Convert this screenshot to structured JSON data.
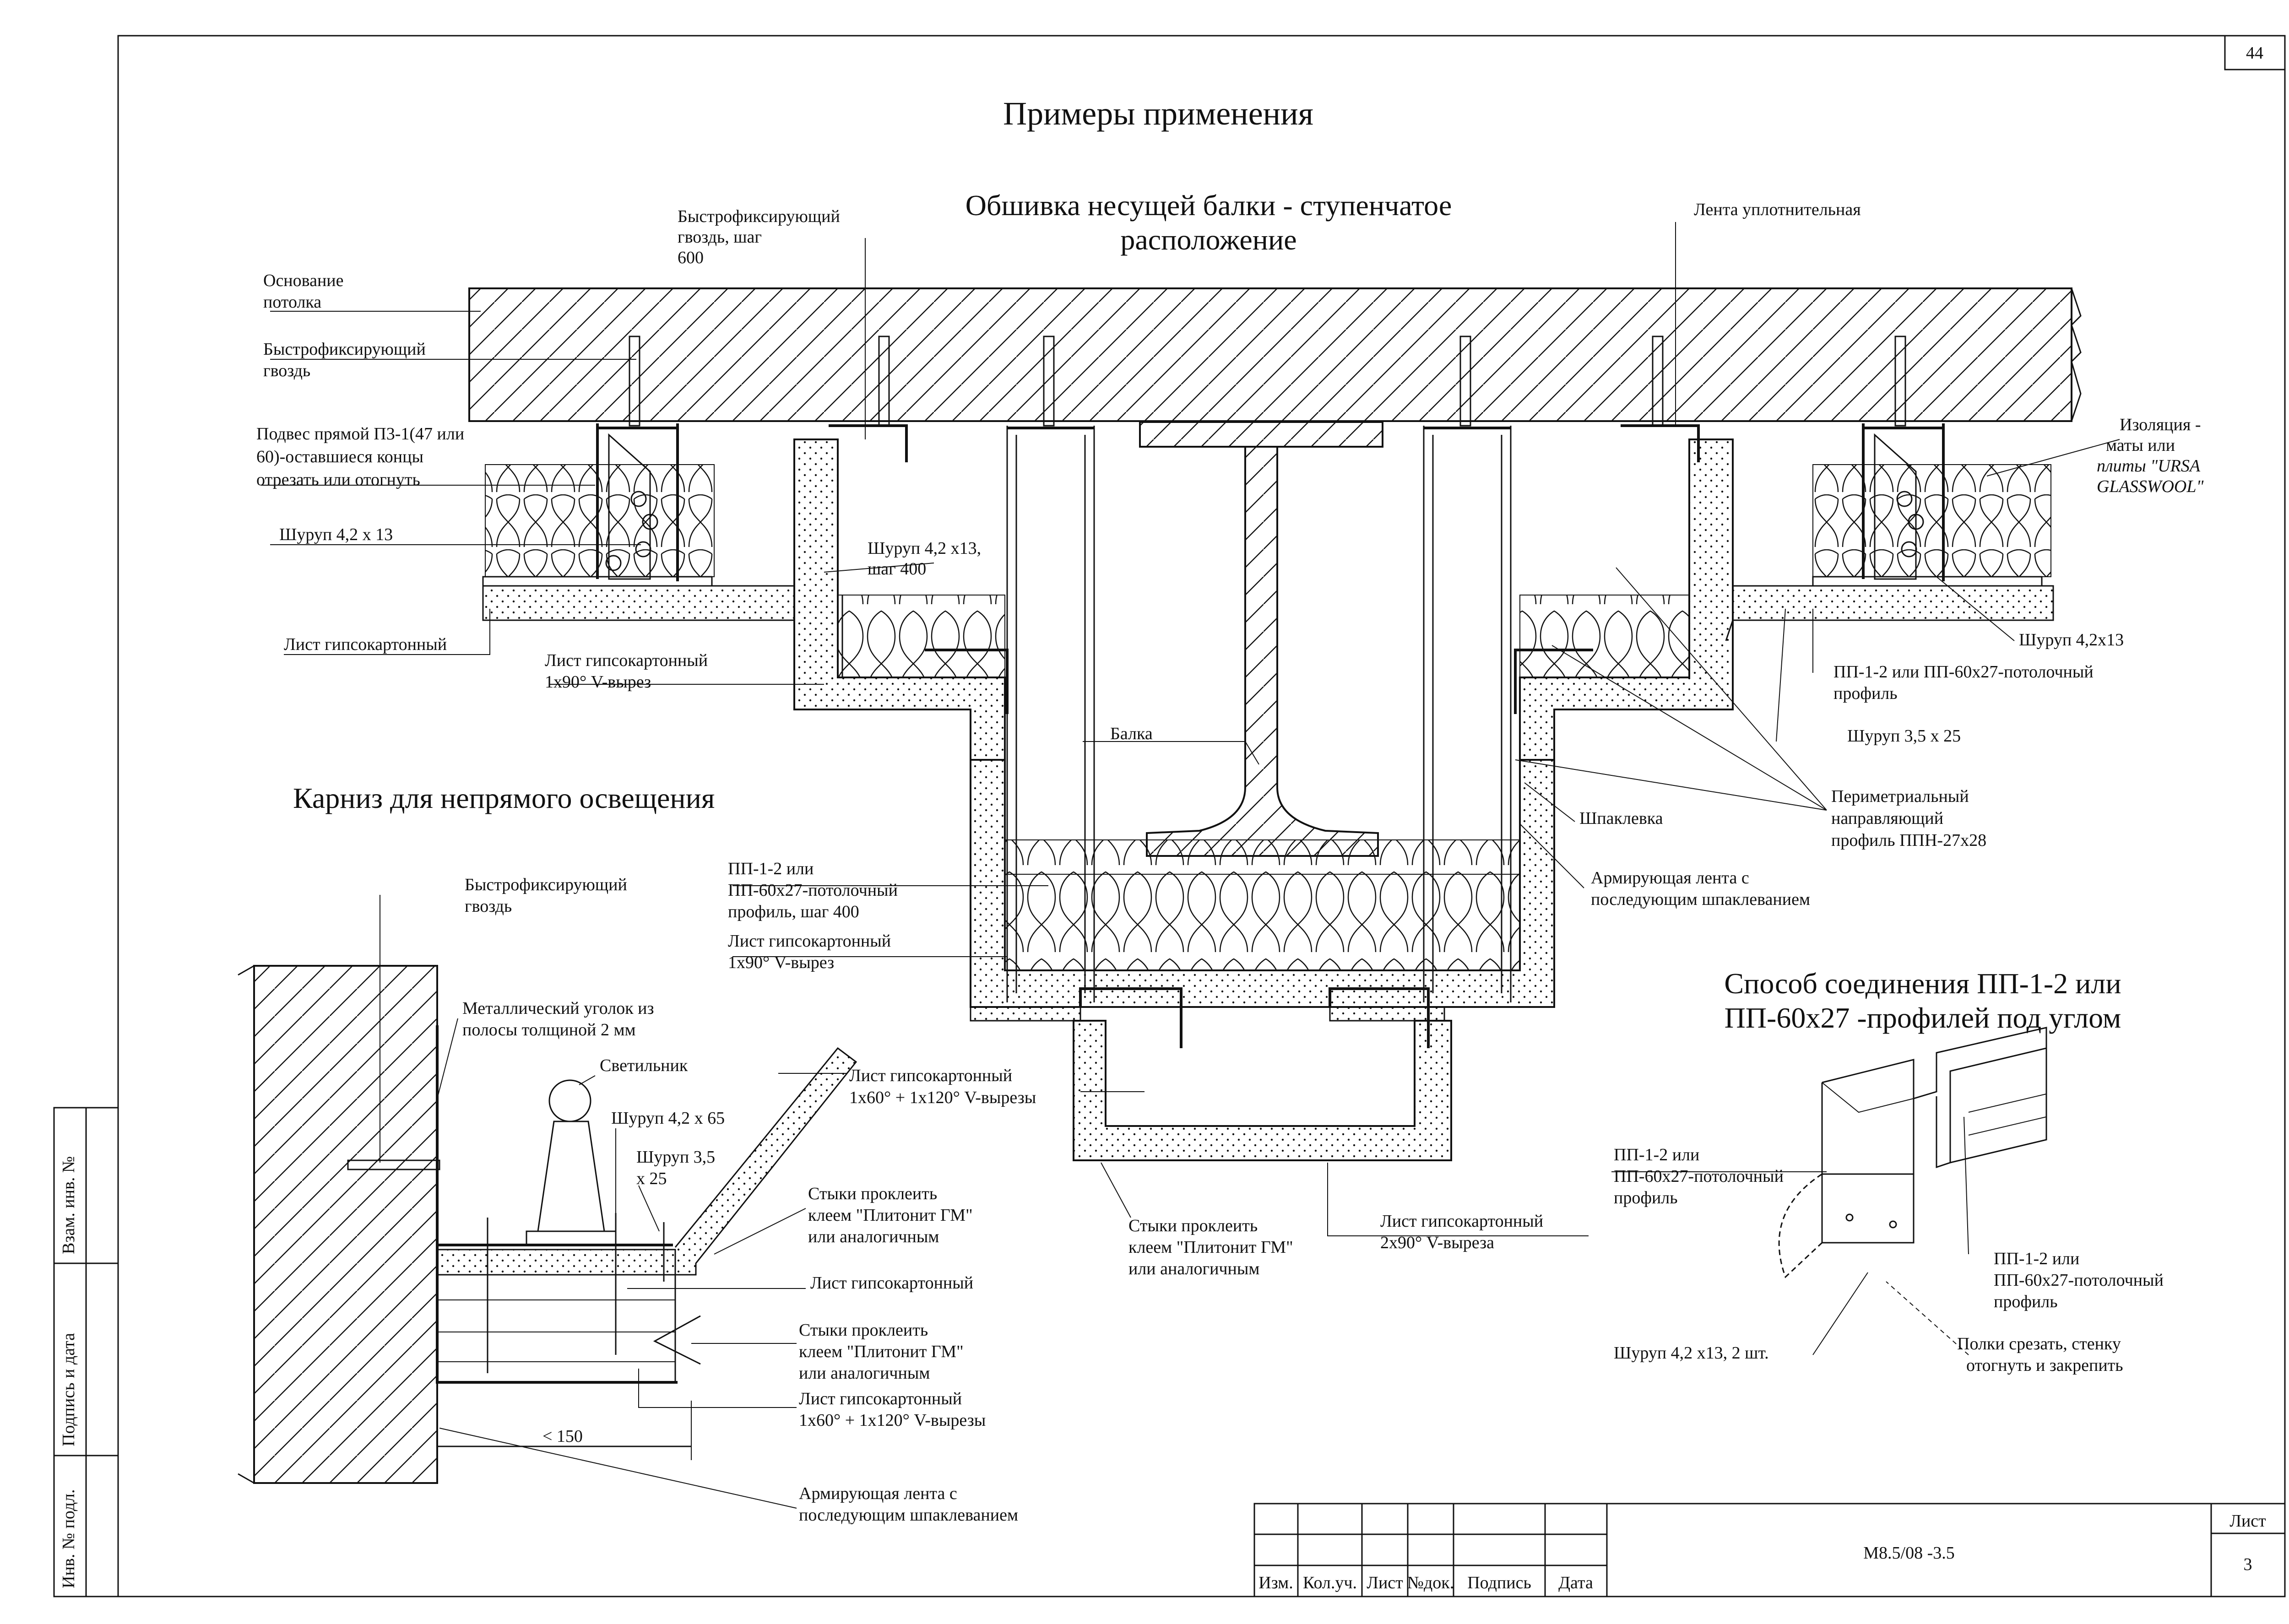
{
  "sheet_number": "44",
  "title": "Примеры применения",
  "subtitle_beam": [
    "Обшивка несущей балки - ступенчатое",
    "расположение"
  ],
  "subtitle_cornice": "Карниз для непрямого освещения",
  "subtitle_joint": [
    "Способ соединения ПП-1-2 или",
    "ПП-60х27 -профилей под углом"
  ],
  "labels": {
    "quick_nail_600": [
      "Быстрофиксирующий",
      "гвоздь, шаг",
      "600"
    ],
    "ceiling_base": [
      "Основание",
      "потолка"
    ],
    "quick_nail": [
      "Быстрофиксирующий",
      "гвоздь"
    ],
    "hanger": [
      "Подвес прямой П3-1(47 или",
      "60)-оставшиеся концы",
      "отрезать или отогнуть"
    ],
    "screw_42x13": "Шуруп 4,2 х 13",
    "gypsum_sheet": "Лист гипсокартонный",
    "gypsum_1x90": [
      "Лист гипсокартонный",
      "1х90° V-вырез"
    ],
    "screw_42x13_400": [
      "Шуруп 4,2 х13,",
      "шаг 400"
    ],
    "beam": "Балка",
    "sealing_tape": "Лента уплотнительная",
    "insulation": [
      "Изоляция -",
      "маты или",
      "плиты \"URSA",
      "GLASSWOOL\""
    ],
    "screw_42x13_right": "Шуруп 4,2х13",
    "pp_profile": [
      "ПП-1-2 или ПП-60х27-потолочный",
      "профиль"
    ],
    "screw_35x25": "Шуруп 3,5 х 25",
    "perimeter_profile": [
      "Периметриальный",
      "направляющий",
      "профиль ППН-27х28"
    ],
    "putty": "Шпаклевка",
    "reinforcing_tape": [
      "Армирующая лента с",
      "последующим шпаклеванием"
    ],
    "pp_profile_400": [
      "ПП-1-2 или",
      "ПП-60х27-потолочный",
      "профиль, шаг 400"
    ],
    "gypsum_1x90_mid": [
      "Лист гипсокартонный",
      "1х90° V-вырез"
    ],
    "gypsum_60_120": [
      "Лист гипсокартонный",
      "1х60° + 1х120°  V-вырезы"
    ],
    "joints_glue": [
      "Стыки проклеить",
      "клеем \"Плитонит ГМ\"",
      "или аналогичным"
    ],
    "gypsum_2x90": [
      "Лист гипсокартонный",
      "2х90° V-выреза"
    ],
    "quick_nail_cornice": [
      "Быстрофиксирующий",
      "гвоздь"
    ],
    "metal_angle": [
      "Металлический уголок из",
      "полосы толщиной 2 мм"
    ],
    "lamp": "Светильник",
    "screw_42x65": "Шуруп 4,2 х 65",
    "screw_35x25_c": [
      "Шуруп 3,5",
      "х 25"
    ],
    "gypsum_60_120_top": [
      "Лист гипсокартонный",
      "1х60° + 1х120°  V-вырезы"
    ],
    "joints_glue_c1": [
      "Стыки проклеить",
      "клеем \"Плитонит ГМ\"",
      "или аналогичным"
    ],
    "gypsum_sheet_c": "Лист гипсокартонный",
    "joints_glue_c2": [
      "Стыки проклеить",
      "клеем \"Плитонит ГМ\"",
      "или аналогичным"
    ],
    "gypsum_60_120_bot": [
      "Лист гипсокартонный",
      "1х60° + 1х120°  V-вырезы"
    ],
    "dim_150": "< 150",
    "reinforcing_tape_c": [
      "Армирующая лента с",
      "последующим шпаклеванием"
    ],
    "pp_profile_joint_a": [
      "ПП-1-2 или",
      "ПП-60х27-потолочный",
      "профиль"
    ],
    "pp_profile_joint_b": [
      "ПП-1-2 или",
      "ПП-60х27-потолочный",
      "профиль"
    ],
    "screw_2pcs": "Шуруп 4,2 х13, 2 шт.",
    "cut_flanges": [
      "Полки срезать, стенку",
      "отогнуть и закрепить"
    ]
  },
  "side_stamp": [
    "Взам. инв. №",
    "Подпись и дата",
    "Инв. № подл."
  ],
  "title_block": {
    "sheet_label": "Лист",
    "sheet_value": "3",
    "code": "М8.5/08 -3.5",
    "columns": [
      "Изм.",
      "Кол.уч.",
      "Лист",
      "№док.",
      "Подпись",
      "Дата"
    ]
  }
}
